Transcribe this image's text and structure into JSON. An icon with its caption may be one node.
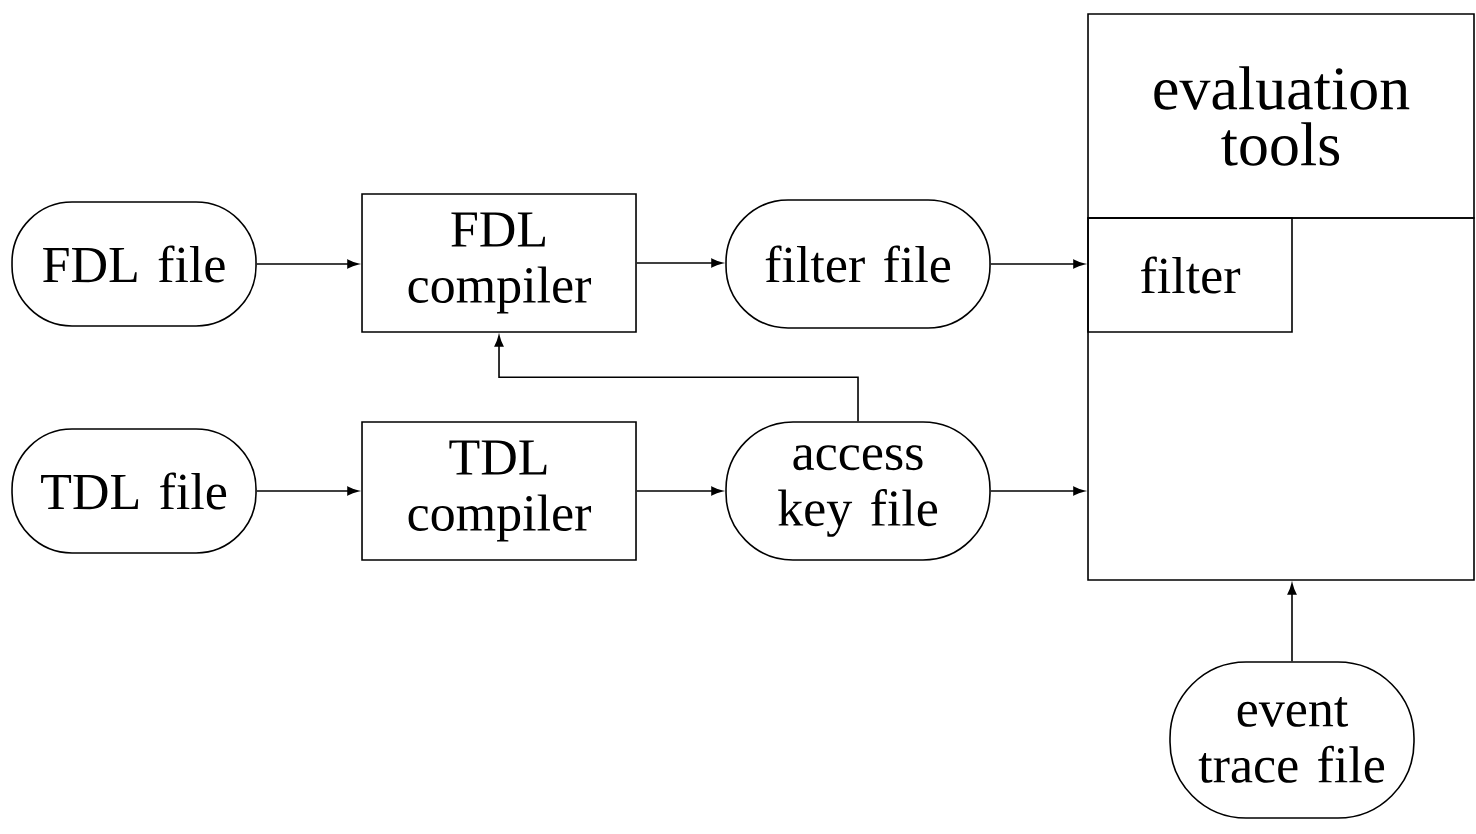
{
  "diagram": {
    "nodes": [
      {
        "text": [
          "FDL file"
        ]
      },
      {
        "text": [
          "FDL compiler"
        ]
      },
      {
        "text": [
          "filter file"
        ]
      },
      {
        "text": [
          "evaluation tools"
        ]
      },
      {
        "text": [],
        "shape": "box"
      },
      {
        "text": [
          "filter"
        ],
        "in": 4
      },
      {
        "text": [
          "TDL file"
        ]
      },
      {
        "text": [
          "TDL compiler"
        ]
      },
      {
        "text": [
          "access key file"
        ]
      },
      {
        "text": [
          "event trace file"
        ]
      }
    ],
    "edges": [
      {
        "from": 0,
        "to": 1,
        "arrow": "to"
      },
      {
        "from": 1,
        "to": 2,
        "arrow": "to"
      },
      {
        "from": 2,
        "to": 5,
        "arrow": "to"
      },
      {
        "from": 6,
        "to": 7,
        "arrow": "to"
      },
      {
        "from": 7,
        "to": 8,
        "arrow": "to"
      },
      {
        "from": 8,
        "to": 4,
        "arrow": "to"
      },
      {
        "from": 8,
        "to": 1,
        "arrow": "to"
      },
      {
        "from": 9,
        "to": 4,
        "arrow": "to"
      }
    ]
  }
}
